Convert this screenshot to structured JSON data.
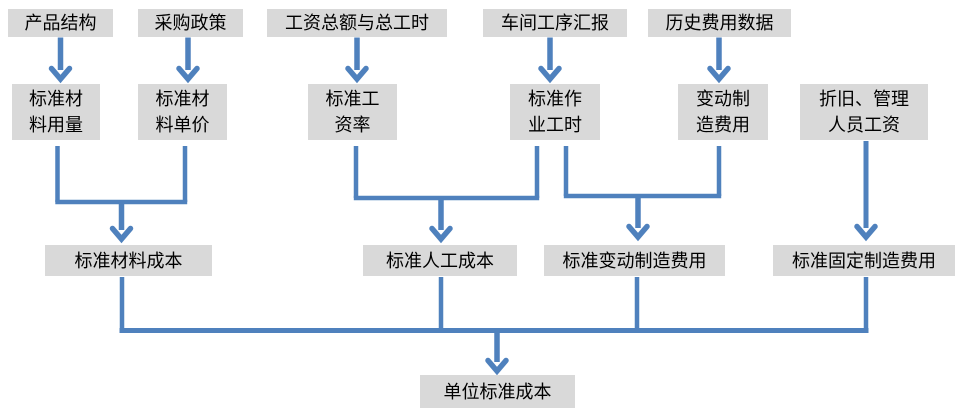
{
  "nodes": {
    "row1": [
      {
        "label": "产品结构"
      },
      {
        "label": "采购政策"
      },
      {
        "label": "工资总额与总工时"
      },
      {
        "label": "车间工序汇报"
      },
      {
        "label": "历史费用数据"
      }
    ],
    "row2": [
      {
        "label": "标准材\n料用量"
      },
      {
        "label": "标准材\n料单价"
      },
      {
        "label": "标准工\n资率"
      },
      {
        "label": "标准作\n业工时"
      },
      {
        "label": "变动制\n造费用"
      },
      {
        "label": "折旧、管理\n人员工资"
      }
    ],
    "row3": [
      {
        "label": "标准材料成本"
      },
      {
        "label": "标准人工成本"
      },
      {
        "label": "标准变动制造费用"
      },
      {
        "label": "标准固定制造费用"
      }
    ],
    "bottom": {
      "label": "单位标准成本"
    }
  },
  "colors": {
    "connector": "#4f81bd",
    "box_fill": "#d9d9d9",
    "text": "#000000"
  }
}
